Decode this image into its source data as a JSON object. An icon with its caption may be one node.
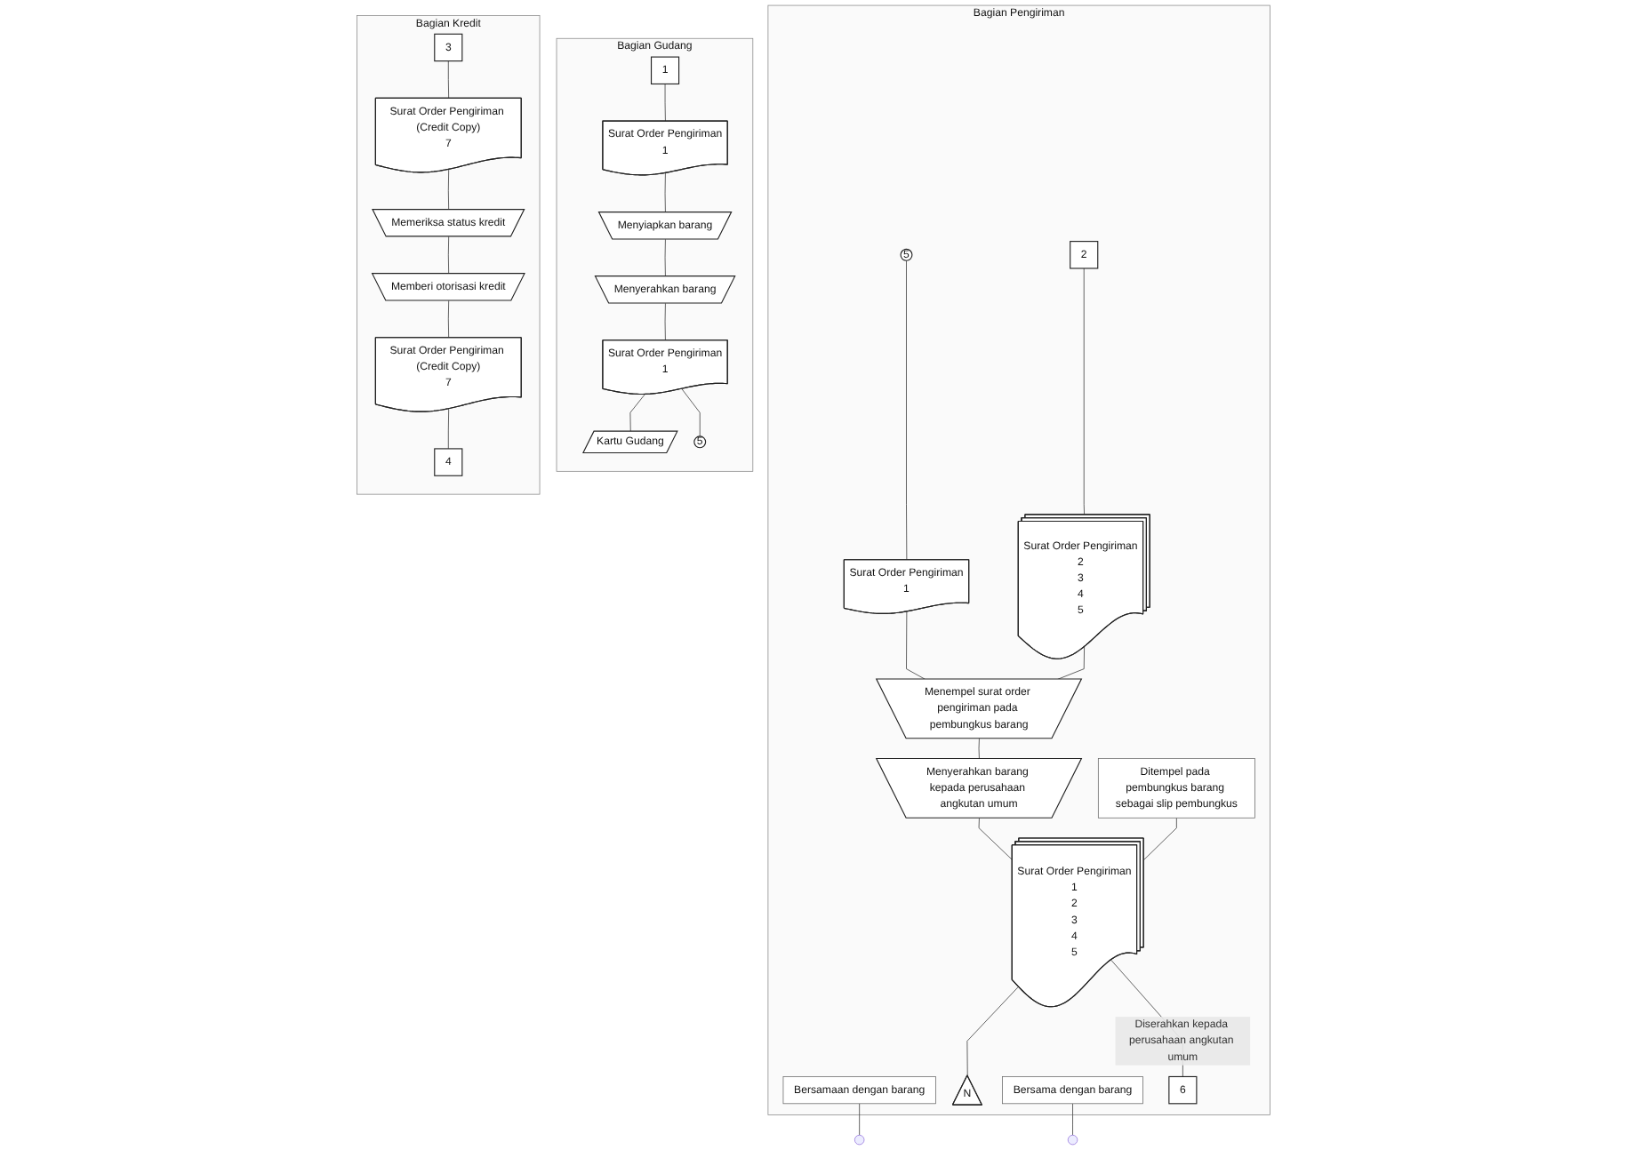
{
  "diagram": {
    "nodes": [
      {
        "text": [
          "Bagian Kredit"
        ]
      },
      {
        "text": [
          "Bagian Gudang"
        ]
      },
      {
        "text": [
          "Bagian Pengiriman"
        ]
      },
      {
        "text": [
          "3"
        ],
        "in": 0
      },
      {
        "text": [
          "Surat Order Pengiriman (Credit Copy)",
          "7"
        ],
        "in": 0
      },
      {
        "text": [
          "Memeriksa status kredit"
        ],
        "in": 0
      },
      {
        "text": [
          "Memberi otorisasi kredit"
        ],
        "in": 0
      },
      {
        "text": [
          "Surat Order Pengiriman (Credit Copy)",
          "7"
        ],
        "in": 0
      },
      {
        "text": [
          "4"
        ],
        "in": 0
      },
      {
        "text": [
          "1"
        ],
        "in": 1
      },
      {
        "text": [
          "Surat Order Pengiriman",
          "1"
        ],
        "in": 1
      },
      {
        "text": [
          "Menyiapkan barang"
        ],
        "in": 1
      },
      {
        "text": [
          "Menyerahkan barang"
        ],
        "in": 1
      },
      {
        "text": [
          "Surat Order Pengiriman",
          "1"
        ],
        "in": 1
      },
      {
        "text": [
          "Kartu Gudang"
        ],
        "in": 1
      },
      {
        "text": [
          "5"
        ],
        "in": 1
      },
      {
        "text": [
          "5"
        ],
        "in": 2
      },
      {
        "text": [
          "Bersamaan dengan barang"
        ],
        "in": 2
      },
      {
        "text": [
          "2"
        ],
        "in": 2
      },
      {
        "text": [
          "Surat Order Pengiriman",
          "1"
        ],
        "in": 2
      },
      {
        "text": [
          "Surat Order Pengiriman",
          "2",
          "3",
          "4",
          "5"
        ],
        "in": 2
      },
      {
        "text": [
          "Menempel surat order pengiriman pada pembungkus barang"
        ],
        "in": 2
      },
      {
        "text": [
          "Menyerahkan barang kepada perusahaan angkutan umum"
        ],
        "in": 2
      },
      {
        "text": [
          "Surat Order Pengiriman",
          "1",
          "2",
          "3",
          "4",
          "5"
        ],
        "in": 2
      },
      {
        "text": [
          "Ditempel pada pembungkus barang sebagai slip pembungkus"
        ],
        "in": 2
      },
      {
        "text": [
          "N"
        ],
        "in": 2
      },
      {
        "text": [
          "Bersama dengan barang"
        ],
        "in": 2
      },
      {
        "text": [
          "6"
        ],
        "in": 2
      }
    ],
    "edges": [
      {
        "from": 3,
        "to": 4,
        "arrow": "none"
      },
      {
        "from": 4,
        "to": 5,
        "arrow": "none"
      },
      {
        "from": 5,
        "to": 6,
        "arrow": "none"
      },
      {
        "from": 6,
        "to": 7,
        "arrow": "none"
      },
      {
        "from": 7,
        "to": 8,
        "arrow": "none"
      },
      {
        "from": 9,
        "to": 10,
        "arrow": "none"
      },
      {
        "from": 10,
        "to": 11,
        "arrow": "none"
      },
      {
        "from": 11,
        "to": 12,
        "arrow": "none"
      },
      {
        "from": 12,
        "to": 13,
        "arrow": "none"
      },
      {
        "from": 13,
        "to": 14,
        "arrow": "none"
      },
      {
        "from": 13,
        "to": 15,
        "arrow": "none"
      },
      {
        "from": 16,
        "to": 19,
        "arrow": "none"
      },
      {
        "from": 17,
        "to": null,
        "arrow": "none"
      },
      {
        "from": 18,
        "to": 20,
        "arrow": "none"
      },
      {
        "from": 19,
        "to": 21,
        "arrow": "none"
      },
      {
        "from": 20,
        "to": 21,
        "arrow": "none"
      },
      {
        "from": 21,
        "to": 22,
        "arrow": "none"
      },
      {
        "from": 22,
        "to": 23,
        "arrow": "none"
      },
      {
        "from": 24,
        "to": 23,
        "arrow": "none"
      },
      {
        "from": 23,
        "to": 25,
        "arrow": "none"
      },
      {
        "from": 26,
        "to": null,
        "arrow": "none"
      },
      {
        "from": 23,
        "to": 27,
        "arrow": "none",
        "label": "Diserahkan kepada perusahaan angkutan umum"
      }
    ]
  }
}
